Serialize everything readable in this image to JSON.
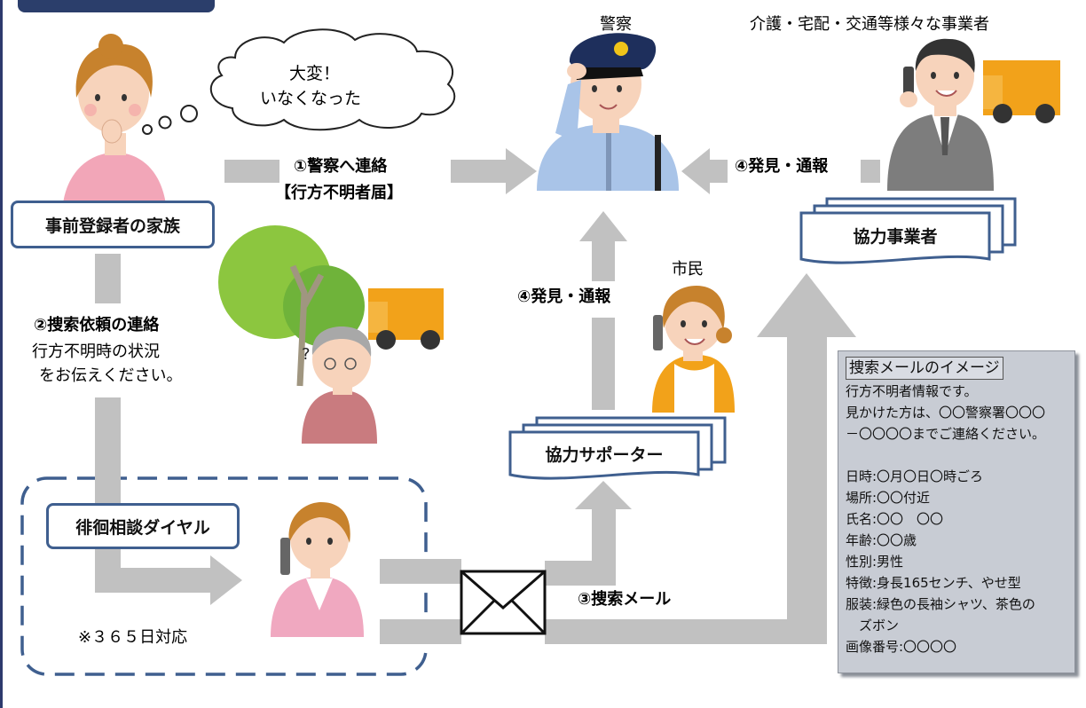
{
  "labels": {
    "police": "警察",
    "businesses": "介護・宅配・交通等様々な事業者",
    "citizen": "市民",
    "speech_line1": "大変！",
    "speech_line2": "いなくなった",
    "step1_line1": "①警察へ連絡",
    "step1_line2": "【行方不明者届】",
    "step4_business": "④発見・通報",
    "step4_supporter": "④発見・通報",
    "step2_title": "②捜索依頼の連絡",
    "step2_line1": "行方不明時の状況",
    "step2_line2": "をお伝えください。",
    "step3": "③捜索メール",
    "note_365": "※３６５日対応"
  },
  "boxes": {
    "family": "事前登録者の家族",
    "cooperating_business": "協力事業者",
    "cooperating_supporter": "協力サポーター",
    "wander_dial": "徘徊相談ダイヤル"
  },
  "mail_panel": {
    "title": "捜索メールのイメージ",
    "lines": [
      "行方不明者情報です。",
      "見かけた方は、〇〇警察署〇〇〇",
      "－〇〇〇〇までご連絡ください。",
      "",
      "日時:〇月〇日〇時ごろ",
      "場所:〇〇付近",
      "氏名:〇〇　〇〇",
      "年齢:〇〇歳",
      "性別:男性",
      "特徴:身長165センチ、やせ型",
      "服装:緑色の長袖シャツ、茶色の",
      "　ズボン",
      "画像番号:〇〇〇〇"
    ]
  },
  "colors": {
    "arrow": "#c1c1c1",
    "box_border": "#3f5f8f",
    "dashed_border": "#3f5f8f",
    "panel_bg": "#c8ccd4",
    "police_uniform": "#a9c4e8",
    "business_suit": "#7d7d7d",
    "truck": "#f2a21a",
    "tree": "#8cc63f",
    "family_top": "#f2a6b8",
    "operator_vest": "#f0a8c0"
  }
}
